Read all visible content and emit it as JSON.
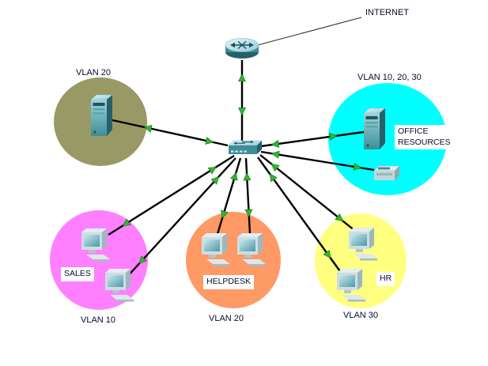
{
  "internet": {
    "label": "INTERNET"
  },
  "devices": {
    "router": "router-icon",
    "switch": "switch-icon",
    "server": "server-icon",
    "pc": "pc-icon",
    "printer": "printer-icon"
  },
  "zones": [
    {
      "label": "VLAN 20",
      "color": "#999966",
      "callout": ""
    },
    {
      "label": "VLAN 10, 20, 30",
      "color": "#00ffff",
      "callout": "OFFICE RESOURCES"
    },
    {
      "label": "VLAN 10",
      "color": "#ff80ff",
      "callout": "SALES"
    },
    {
      "label": "VLAN 20",
      "color": "#ff9966",
      "callout": "HELPDESK"
    },
    {
      "label": "VLAN 30",
      "color": "#ffff80",
      "callout": "HR"
    }
  ],
  "colors": {
    "link": "#000000",
    "arrow": "#2eb82e",
    "label_text": "#0a0a32"
  }
}
